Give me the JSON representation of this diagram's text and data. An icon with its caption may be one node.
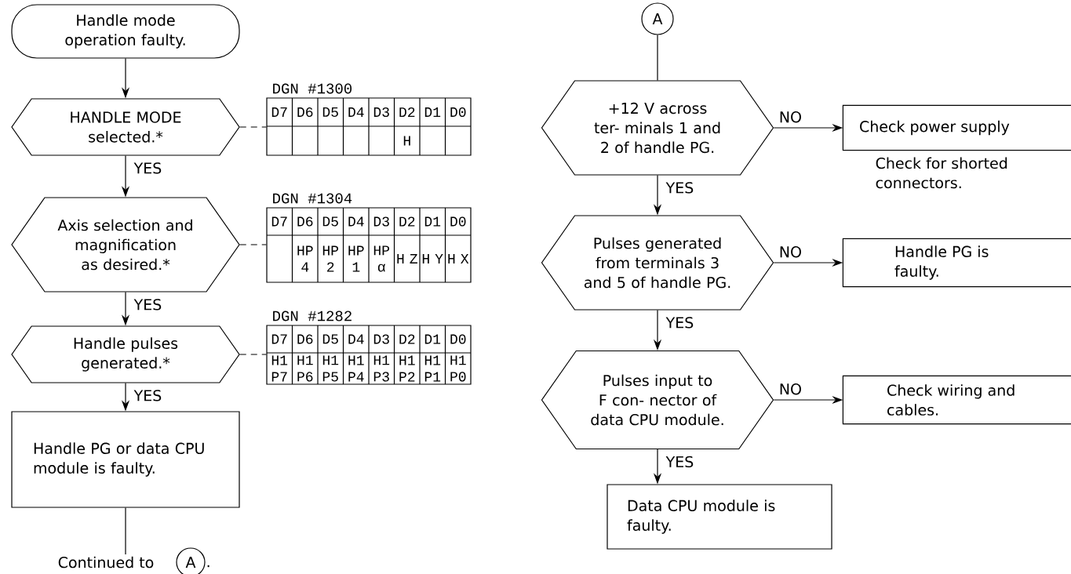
{
  "diagram": {
    "nodes": [
      {
        "text": [
          "Handle mode operation faulty."
        ]
      },
      {
        "text": [
          "HANDLE MODE selected.*"
        ]
      },
      {
        "text": [
          "DGN #1300",
          "D7",
          "D6",
          "D5",
          "D4",
          "D3",
          "D2",
          "D1",
          "D0",
          "H"
        ]
      },
      {
        "text": [
          "Axis selection and magnification as desired.*"
        ]
      },
      {
        "text": [
          "DGN #1304",
          "D7",
          "D6",
          "D5",
          "D4",
          "D3",
          "D2",
          "D1",
          "D0",
          "HP 4",
          "HP 2",
          "HP 1",
          "HP α",
          "H Z",
          "H Y",
          "H X"
        ]
      },
      {
        "text": [
          "Handle pulses generated.*"
        ]
      },
      {
        "text": [
          "DGN #1282",
          "D7",
          "D6",
          "D5",
          "D4",
          "D3",
          "D2",
          "D1",
          "D0",
          "H1 P7",
          "H1 P6",
          "H1 P5",
          "H1 P4",
          "H1 P3",
          "H1 P2",
          "H1 P1",
          "H1 P0"
        ]
      },
      {
        "text": [
          "Handle PG or data CPU module is faulty."
        ]
      },
      {
        "text": [
          "Continued to"
        ]
      },
      {
        "text": [
          "A"
        ],
        "beside": [
          "."
        ]
      },
      {
        "text": [
          "A"
        ]
      },
      {
        "text": [
          "+12 V across ter- minals 1 and 2 of handle PG."
        ]
      },
      {
        "text": [
          "Check power supply"
        ],
        "beside": [
          "Check for shorted connectors."
        ]
      },
      {
        "text": [
          "Pulses generated from terminals 3 and 5 of handle PG."
        ]
      },
      {
        "text": [
          "Handle PG is faulty."
        ]
      },
      {
        "text": [
          "Pulses input to F con- nector of data CPU module."
        ]
      },
      {
        "text": [
          "Check wiring and cables."
        ]
      },
      {
        "text": [
          "Data CPU module is faulty."
        ]
      }
    ],
    "edges": [
      {
        "from": 0,
        "to": 1,
        "arrow": "to"
      },
      {
        "from": 1,
        "to": 2,
        "arrow": "none",
        "style": "dashed"
      },
      {
        "from": 1,
        "to": 3,
        "arrow": "to",
        "label": "YES"
      },
      {
        "from": 3,
        "to": 4,
        "arrow": "none",
        "style": "dashed"
      },
      {
        "from": 3,
        "to": 5,
        "arrow": "to",
        "label": "YES"
      },
      {
        "from": 5,
        "to": 6,
        "arrow": "none",
        "style": "dashed"
      },
      {
        "from": 5,
        "to": 7,
        "arrow": "to",
        "label": "YES"
      },
      {
        "from": 7,
        "to": 8,
        "arrow": "none"
      },
      {
        "from": 10,
        "to": 11,
        "arrow": "none"
      },
      {
        "from": 11,
        "to": 12,
        "arrow": "to",
        "label": "NO"
      },
      {
        "from": 11,
        "to": 13,
        "arrow": "to",
        "label": "YES"
      },
      {
        "from": 13,
        "to": 14,
        "arrow": "to",
        "label": "NO"
      },
      {
        "from": 13,
        "to": 15,
        "arrow": "to",
        "label": "YES"
      },
      {
        "from": 15,
        "to": 16,
        "arrow": "to",
        "label": "NO"
      },
      {
        "from": 15,
        "to": 17,
        "arrow": "to",
        "label": "YES"
      }
    ]
  }
}
